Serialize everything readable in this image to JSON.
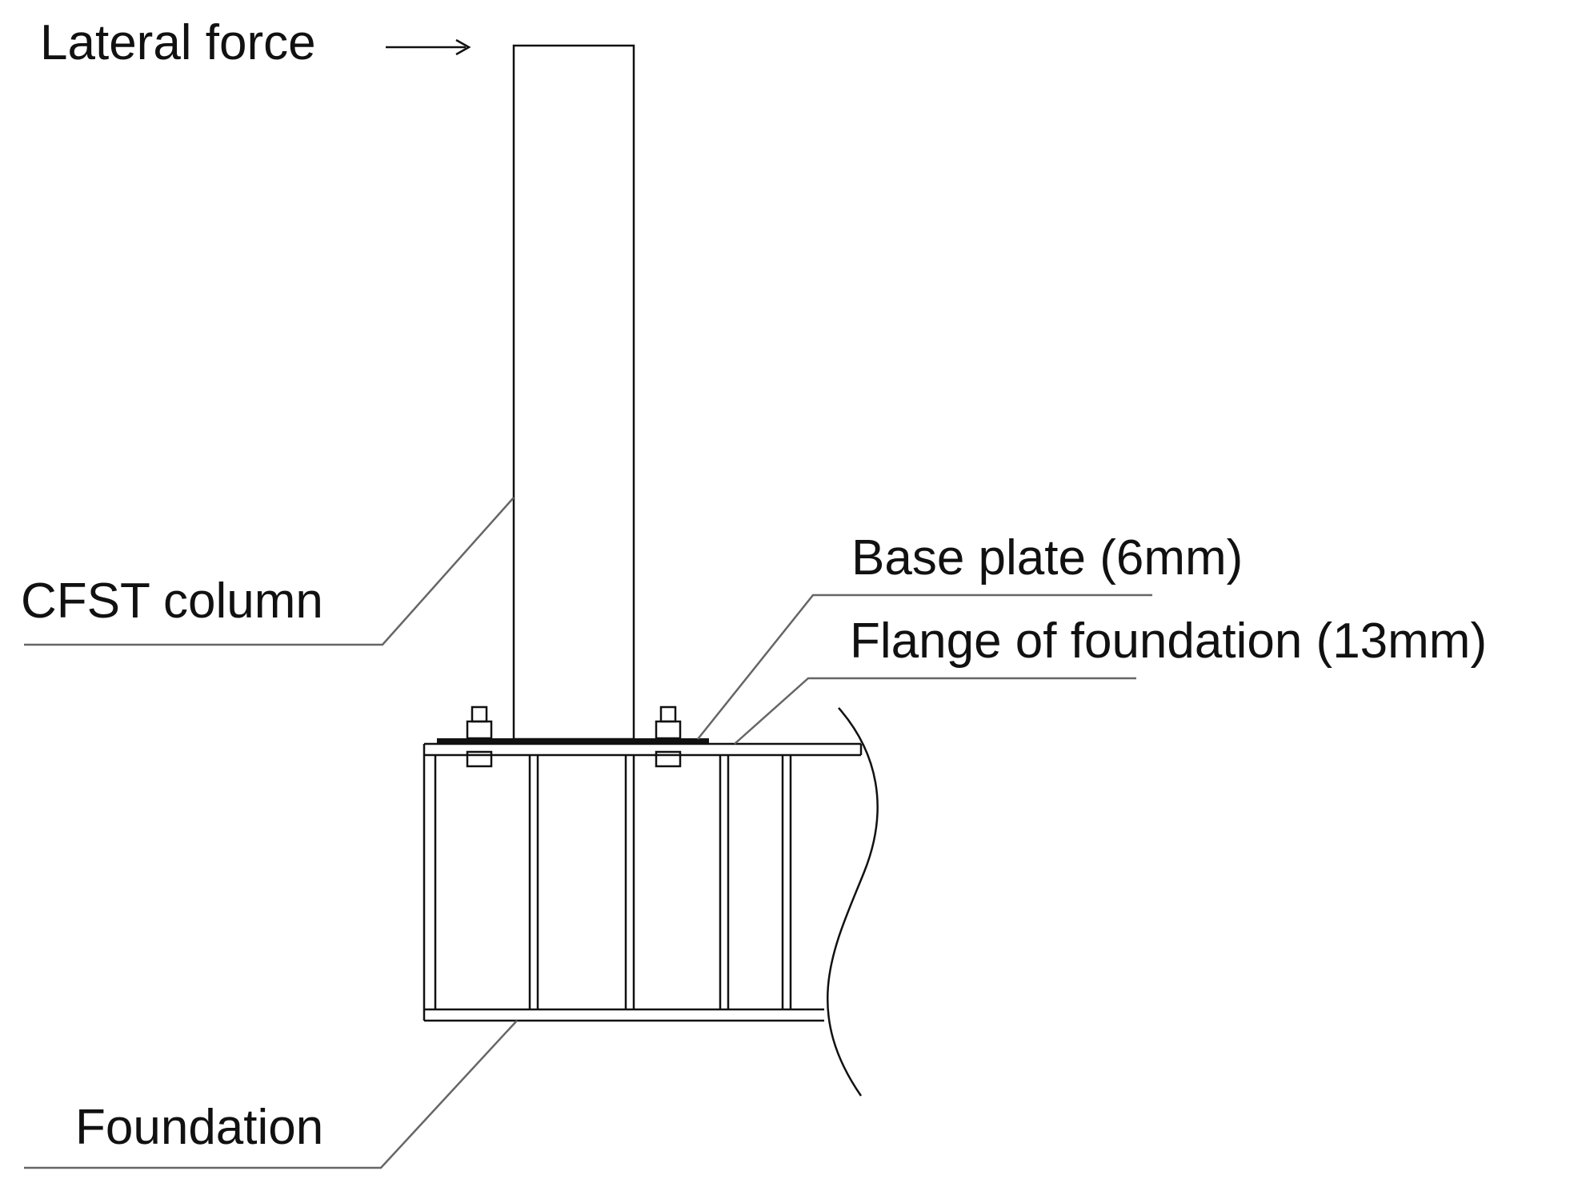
{
  "labels": {
    "lateral_force": "Lateral force",
    "cfst_column": "CFST column",
    "base_plate": "Base plate (6mm)",
    "flange": "Flange of foundation (13mm)",
    "foundation": "Foundation"
  },
  "colors": {
    "line": "#111111",
    "leader": "#666666",
    "background": "#ffffff"
  }
}
